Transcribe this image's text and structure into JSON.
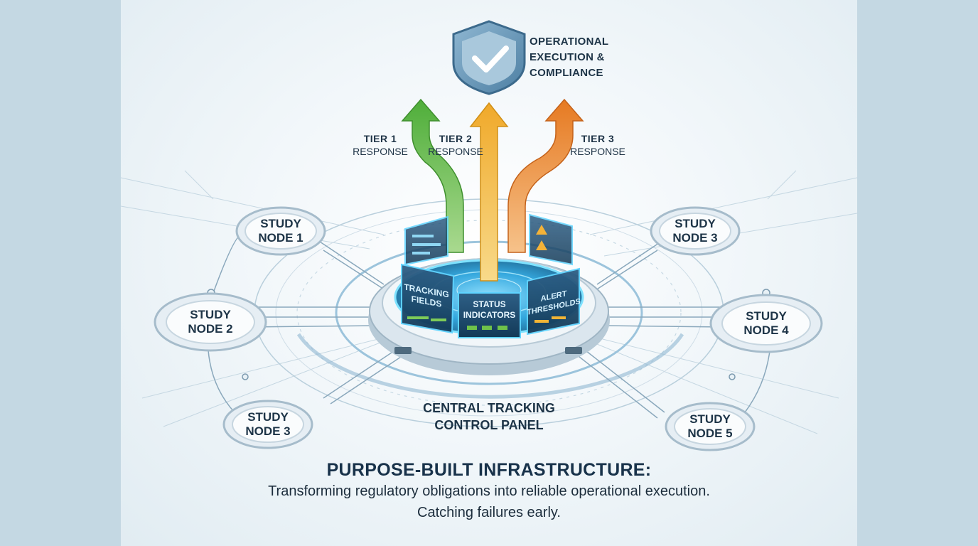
{
  "goal": {
    "line1": "OPERATIONAL",
    "line2": "EXECUTION &",
    "line3": "COMPLIANCE",
    "icon": "shield-check-icon"
  },
  "tiers": [
    {
      "line1": "TIER 1",
      "line2": "RESPONSE",
      "color": "#6dbd4a"
    },
    {
      "line1": "TIER 2",
      "line2": "RESPONSE",
      "color": "#f0b436"
    },
    {
      "line1": "TIER 3",
      "line2": "RESPONSE",
      "color": "#ea8a2c"
    }
  ],
  "nodes": {
    "n1": {
      "line1": "STUDY",
      "line2": "NODE 1"
    },
    "n2": {
      "line1": "STUDY",
      "line2": "NODE 2"
    },
    "n3l": {
      "line1": "STUDY",
      "line2": "NODE 3"
    },
    "n3r": {
      "line1": "STUDY",
      "line2": "NODE 3"
    },
    "n4": {
      "line1": "STUDY",
      "line2": "NODE 4"
    },
    "n5": {
      "line1": "STUDY",
      "line2": "NODE 5"
    }
  },
  "panels": {
    "tracking": {
      "line1": "TRACKING",
      "line2": "FIELDS"
    },
    "status": {
      "line1": "STATUS",
      "line2": "INDICATORS"
    },
    "alert": {
      "line1": "ALERT",
      "line2": "THRESHOLDS"
    }
  },
  "hub": {
    "line1": "CENTRAL TRACKING",
    "line2": "CONTROL PANEL"
  },
  "footer": {
    "heading": "PURPOSE-BUILT INFRASTRUCTURE:",
    "line1": "Transforming regulatory obligations into reliable operational execution.",
    "line2": "Catching failures early."
  },
  "colors": {
    "text": "#1d3447",
    "ring": "#a9c2d2",
    "glow": "#38a9e6"
  }
}
